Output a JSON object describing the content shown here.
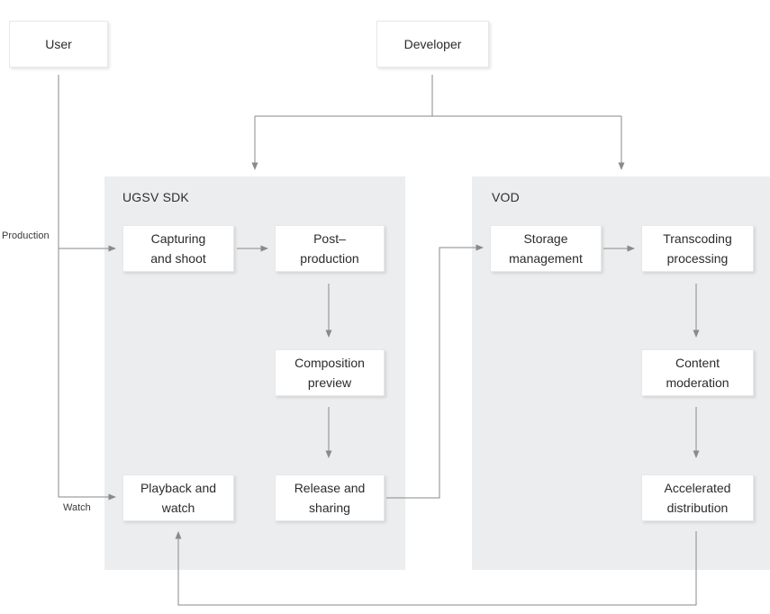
{
  "colors": {
    "background": "#ffffff",
    "container_fill": "#ebedef",
    "line": "#8a8a8a",
    "box_border": "#e8e8e8",
    "text": "#2b2b2b"
  },
  "actors": {
    "user": "User",
    "developer": "Developer"
  },
  "edge_labels": {
    "production": "Production",
    "watch": "Watch"
  },
  "containers": {
    "ugsv": {
      "title": "UGSV SDK"
    },
    "vod": {
      "title": "VOD"
    }
  },
  "nodes": {
    "capturing": {
      "line1": "Capturing",
      "line2": "and shoot"
    },
    "post": {
      "line1": "Post–",
      "line2": "production"
    },
    "composition": {
      "line1": "Composition",
      "line2": "preview"
    },
    "release": {
      "line1": "Release and",
      "line2": "sharing"
    },
    "playback": {
      "line1": "Playback and",
      "line2": "watch"
    },
    "storage": {
      "line1": "Storage",
      "line2": "management"
    },
    "transcoding": {
      "line1": "Transcoding",
      "line2": "processing"
    },
    "content": {
      "line1": "Content",
      "line2": "moderation"
    },
    "accelerated": {
      "line1": "Accelerated",
      "line2": "distribution"
    }
  }
}
